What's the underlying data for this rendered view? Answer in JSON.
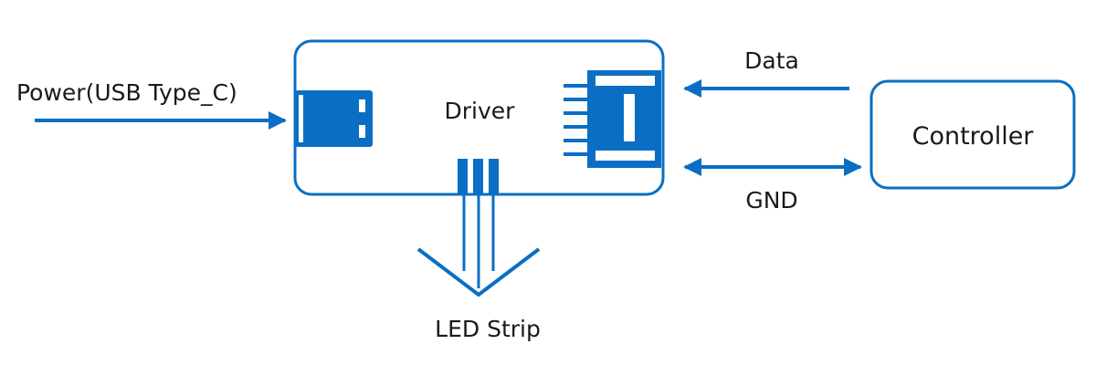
{
  "colors": {
    "accent": "#0a6fc4",
    "text": "#1a1a1a",
    "background": "#ffffff"
  },
  "labels": {
    "power": "Power(USB Type_C)",
    "driver": "Driver",
    "data": "Data",
    "gnd": "GND",
    "controller": "Controller",
    "led_strip": "LED Strip"
  },
  "icons": {
    "usb_port": "usb-c-port-icon",
    "input_connector": "pin-header-connector-icon",
    "output_connector": "led-output-connector-icon",
    "led_strip": "led-strip-wires-icon"
  }
}
